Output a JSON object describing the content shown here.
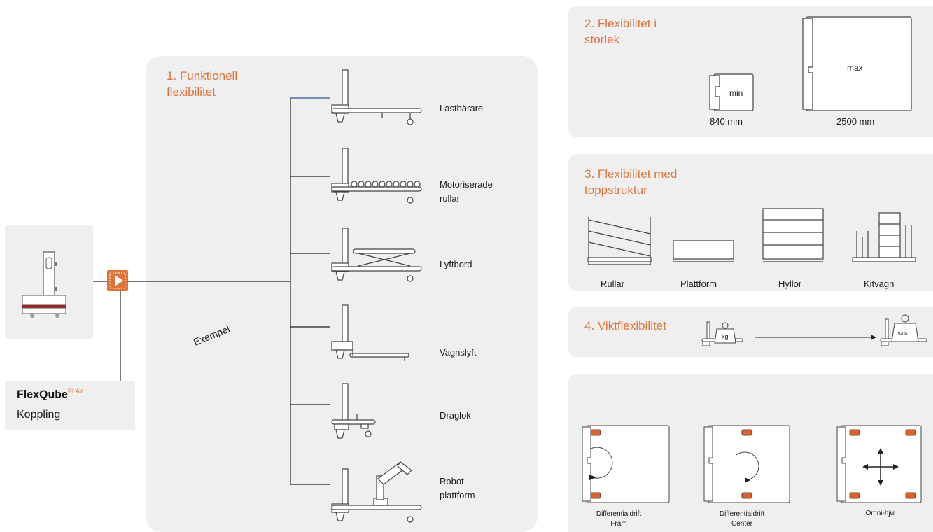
{
  "left": {
    "brand": "FlexQube",
    "brand_sup": "PLAY",
    "subtitle": "Koppling"
  },
  "center": {
    "title_line1": "1. Funktionell",
    "title_line2": "flexibilitet",
    "example_label": "Exempel",
    "items": [
      {
        "label": "Lastbärare"
      },
      {
        "label_line1": "Motoriserade",
        "label_line2": "rullar"
      },
      {
        "label": "Lyftbord"
      },
      {
        "label": "Vagnslyft"
      },
      {
        "label": "Draglok"
      },
      {
        "label_line1": "Robot",
        "label_line2": "plattform"
      }
    ]
  },
  "size_panel": {
    "title_line1": "2. Flexibilitet i",
    "title_line2": "storlek",
    "min_label": "min",
    "max_label": "max",
    "min_value": "840 mm",
    "max_value": "2500 mm"
  },
  "top_panel": {
    "title_line1": "3. Flexibilitet med",
    "title_line2": "toppstruktur",
    "items": [
      "Rullar",
      "Plattform",
      "Hyllor",
      "Kitvagn"
    ]
  },
  "weight_panel": {
    "title": "4. Viktflexibilitet",
    "kg": "kg",
    "tons": "tons"
  },
  "drive_panel": {
    "items": [
      {
        "line1": "Differentialdrift",
        "line2": "Fram"
      },
      {
        "line1": "Differentialdrift",
        "line2": "Center"
      },
      {
        "line1": "Omni-hjul",
        "line2": ""
      }
    ]
  },
  "colors": {
    "accent": "#e0733a",
    "panel": "#efefef",
    "wheel": "#d9622b",
    "stripe": "#a31f1f"
  }
}
